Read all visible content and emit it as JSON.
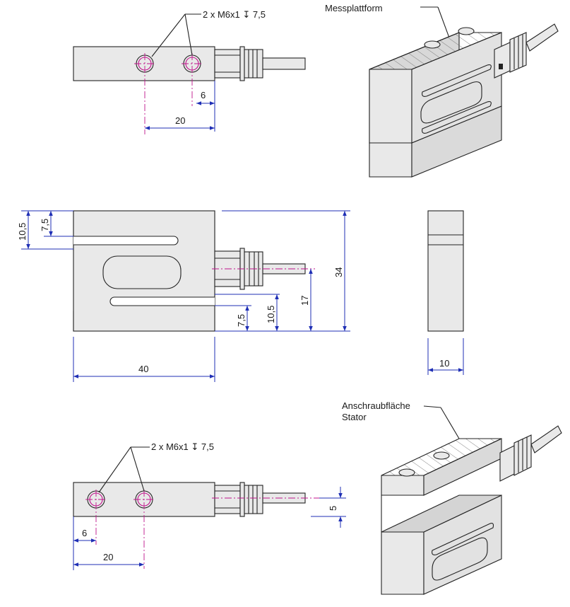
{
  "colors": {
    "dimension": "#1f2fb5",
    "centerline": "#c0148c",
    "outline": "#222222",
    "body": "#e9e9e9"
  },
  "top_view": {
    "thread_note": "2 x M6x1 ↧ 7,5",
    "dim_hole_offset": "6",
    "dim_hole_spacing": "20"
  },
  "iso_top": {
    "label": "Messplattform"
  },
  "front_view": {
    "dim_width": "40",
    "dim_height": "34",
    "dim_cable_height": "17",
    "dim_slot_top": "7,5",
    "dim_slot_top_outer": "10,5",
    "dim_slot_bottom": "7,5",
    "dim_slot_bottom_outer": "10,5"
  },
  "side_view": {
    "dim_thickness": "10"
  },
  "bottom_view": {
    "thread_note": "2 x M6x1 ↧ 7,5",
    "dim_hole_offset": "6",
    "dim_hole_spacing": "20",
    "dim_cable_offset": "5"
  },
  "iso_bottom": {
    "label_line1": "Anschraubfläche",
    "label_line2": "Stator"
  }
}
